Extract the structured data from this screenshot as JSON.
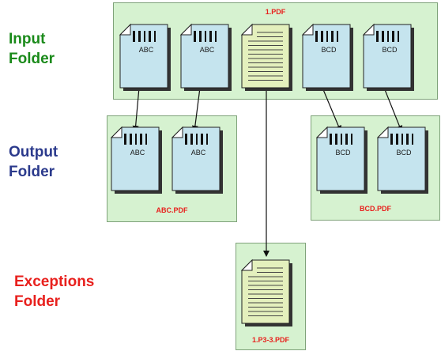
{
  "labels": {
    "input": [
      "Input",
      "Folder"
    ],
    "output": [
      "Output",
      "Folder"
    ],
    "exceptions": [
      "Exceptions",
      "Folder"
    ]
  },
  "folders": {
    "input_title": "1.PDF",
    "output_abc_title": "ABC.PDF",
    "output_bcd_title": "BCD.PDF",
    "exceptions_title": "1.P3-3.PDF"
  },
  "documents": {
    "input": [
      {
        "type": "barcode",
        "label": "ABC"
      },
      {
        "type": "barcode",
        "label": "ABC"
      },
      {
        "type": "text",
        "label": ""
      },
      {
        "type": "barcode",
        "label": "BCD"
      },
      {
        "type": "barcode",
        "label": "BCD"
      }
    ],
    "output_abc": [
      {
        "type": "barcode",
        "label": "ABC"
      },
      {
        "type": "barcode",
        "label": "ABC"
      }
    ],
    "output_bcd": [
      {
        "type": "barcode",
        "label": "BCD"
      },
      {
        "type": "barcode",
        "label": "BCD"
      }
    ],
    "exceptions": [
      {
        "type": "text",
        "label": ""
      }
    ]
  },
  "colors": {
    "input_label": "#1a8a1a",
    "output_label": "#2b3a8c",
    "exceptions_label": "#e8201d",
    "pdf_title": "#e8201d",
    "folder_fill": "#d6f2d0",
    "barcode_doc_fill": "#c5e4ee",
    "text_doc_fill": "#e4f0bd"
  }
}
